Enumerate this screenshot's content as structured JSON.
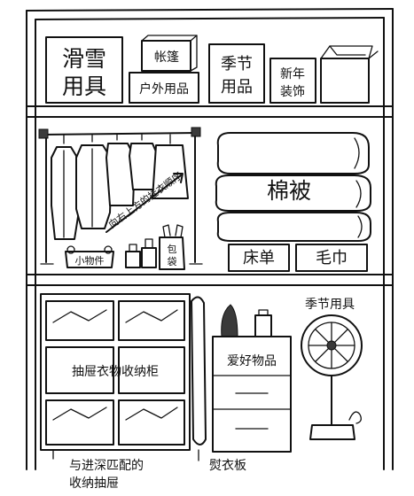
{
  "labels": {
    "ski_gear": [
      "滑雪",
      "用具"
    ],
    "tent": "帐篷",
    "outdoor": "户外用品",
    "seasonal_top": [
      "季节",
      "用品"
    ],
    "new_year": [
      "新年",
      "装饰"
    ],
    "hanging_note": "向右上方的挂衣顺序",
    "small_items": "小物件",
    "bag": [
      "包",
      "袋"
    ],
    "quilt": "棉被",
    "bed_sheet": "床单",
    "towel": "毛巾",
    "seasonal_tools": "季节用具",
    "drawer_cabinet": "抽屉衣物收纳柜",
    "hobby_items": "爱好物品",
    "matching_drawer": [
      "与进深匹配的",
      "收纳抽屉"
    ],
    "ironing_board": "熨衣板"
  }
}
